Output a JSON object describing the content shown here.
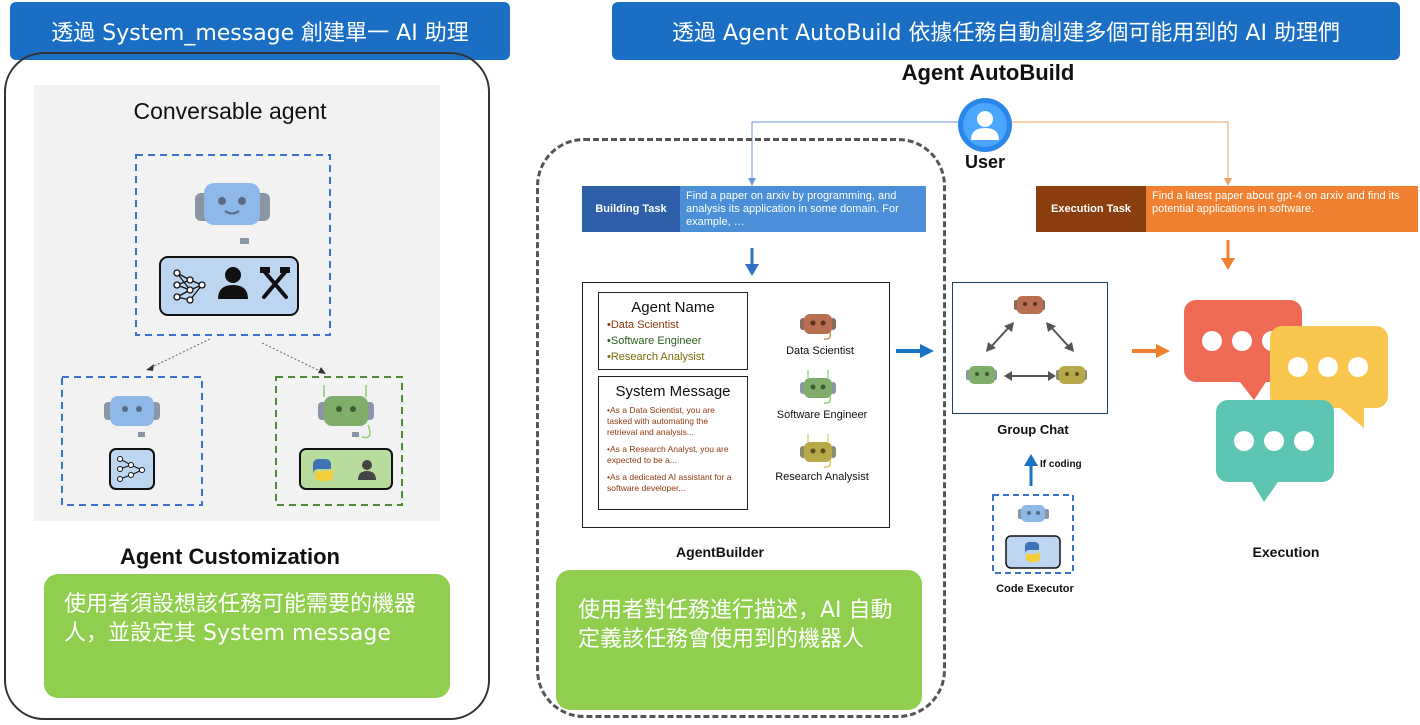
{
  "banners": {
    "left": "透過 System_message 創建單一 AI 助理",
    "right": "透過 Agent AutoBuild 依據任務自動創建多個可能用到的 AI 助理們"
  },
  "left": {
    "conversable_title": "Conversable agent",
    "customization_title": "Agent Customization",
    "note": "使用者須設想該任務可能需要的機器人，並設定其 System message"
  },
  "autobuild": {
    "title": "Agent AutoBuild",
    "user_label": "User",
    "building_task": {
      "label": "Building Task",
      "text": "Find a paper on arxiv by programming, and analysis its application in some domain. For example, …"
    },
    "execution_task": {
      "label": "Execution Task",
      "text": "Find a latest paper about gpt-4 on arxiv and find its potential applications in software."
    },
    "agent_name": {
      "title": "Agent Name",
      "items": [
        "Data Scientist",
        "Software Engineer",
        "Research Analysist"
      ]
    },
    "system_message": {
      "title": "System Message",
      "items": [
        "As a Data Scientist, you are tasked with automating the retrieval and analysis...",
        "As a Research Analyst, you are expected to be a...",
        "As a dedicated AI assistant for a software developer..."
      ]
    },
    "robots": [
      "Data Scientist",
      "Software Engineer",
      "Research Analysist"
    ],
    "agentbuilder_label": "AgentBuilder",
    "group_chat_label": "Group Chat",
    "if_coding_label": "If coding",
    "code_executor_label": "Code Executor",
    "execution_label": "Execution",
    "note": "使用者對任務進行描述，AI 自動定義該任務會使用到的機器人"
  },
  "colors": {
    "banner": "#1a6fc4",
    "building": "#2f5fa8",
    "building_text": "#4a8fd8",
    "execution": "#8b3f0f",
    "execution_text": "#ee8030",
    "note_green": "#8fcf4d"
  }
}
